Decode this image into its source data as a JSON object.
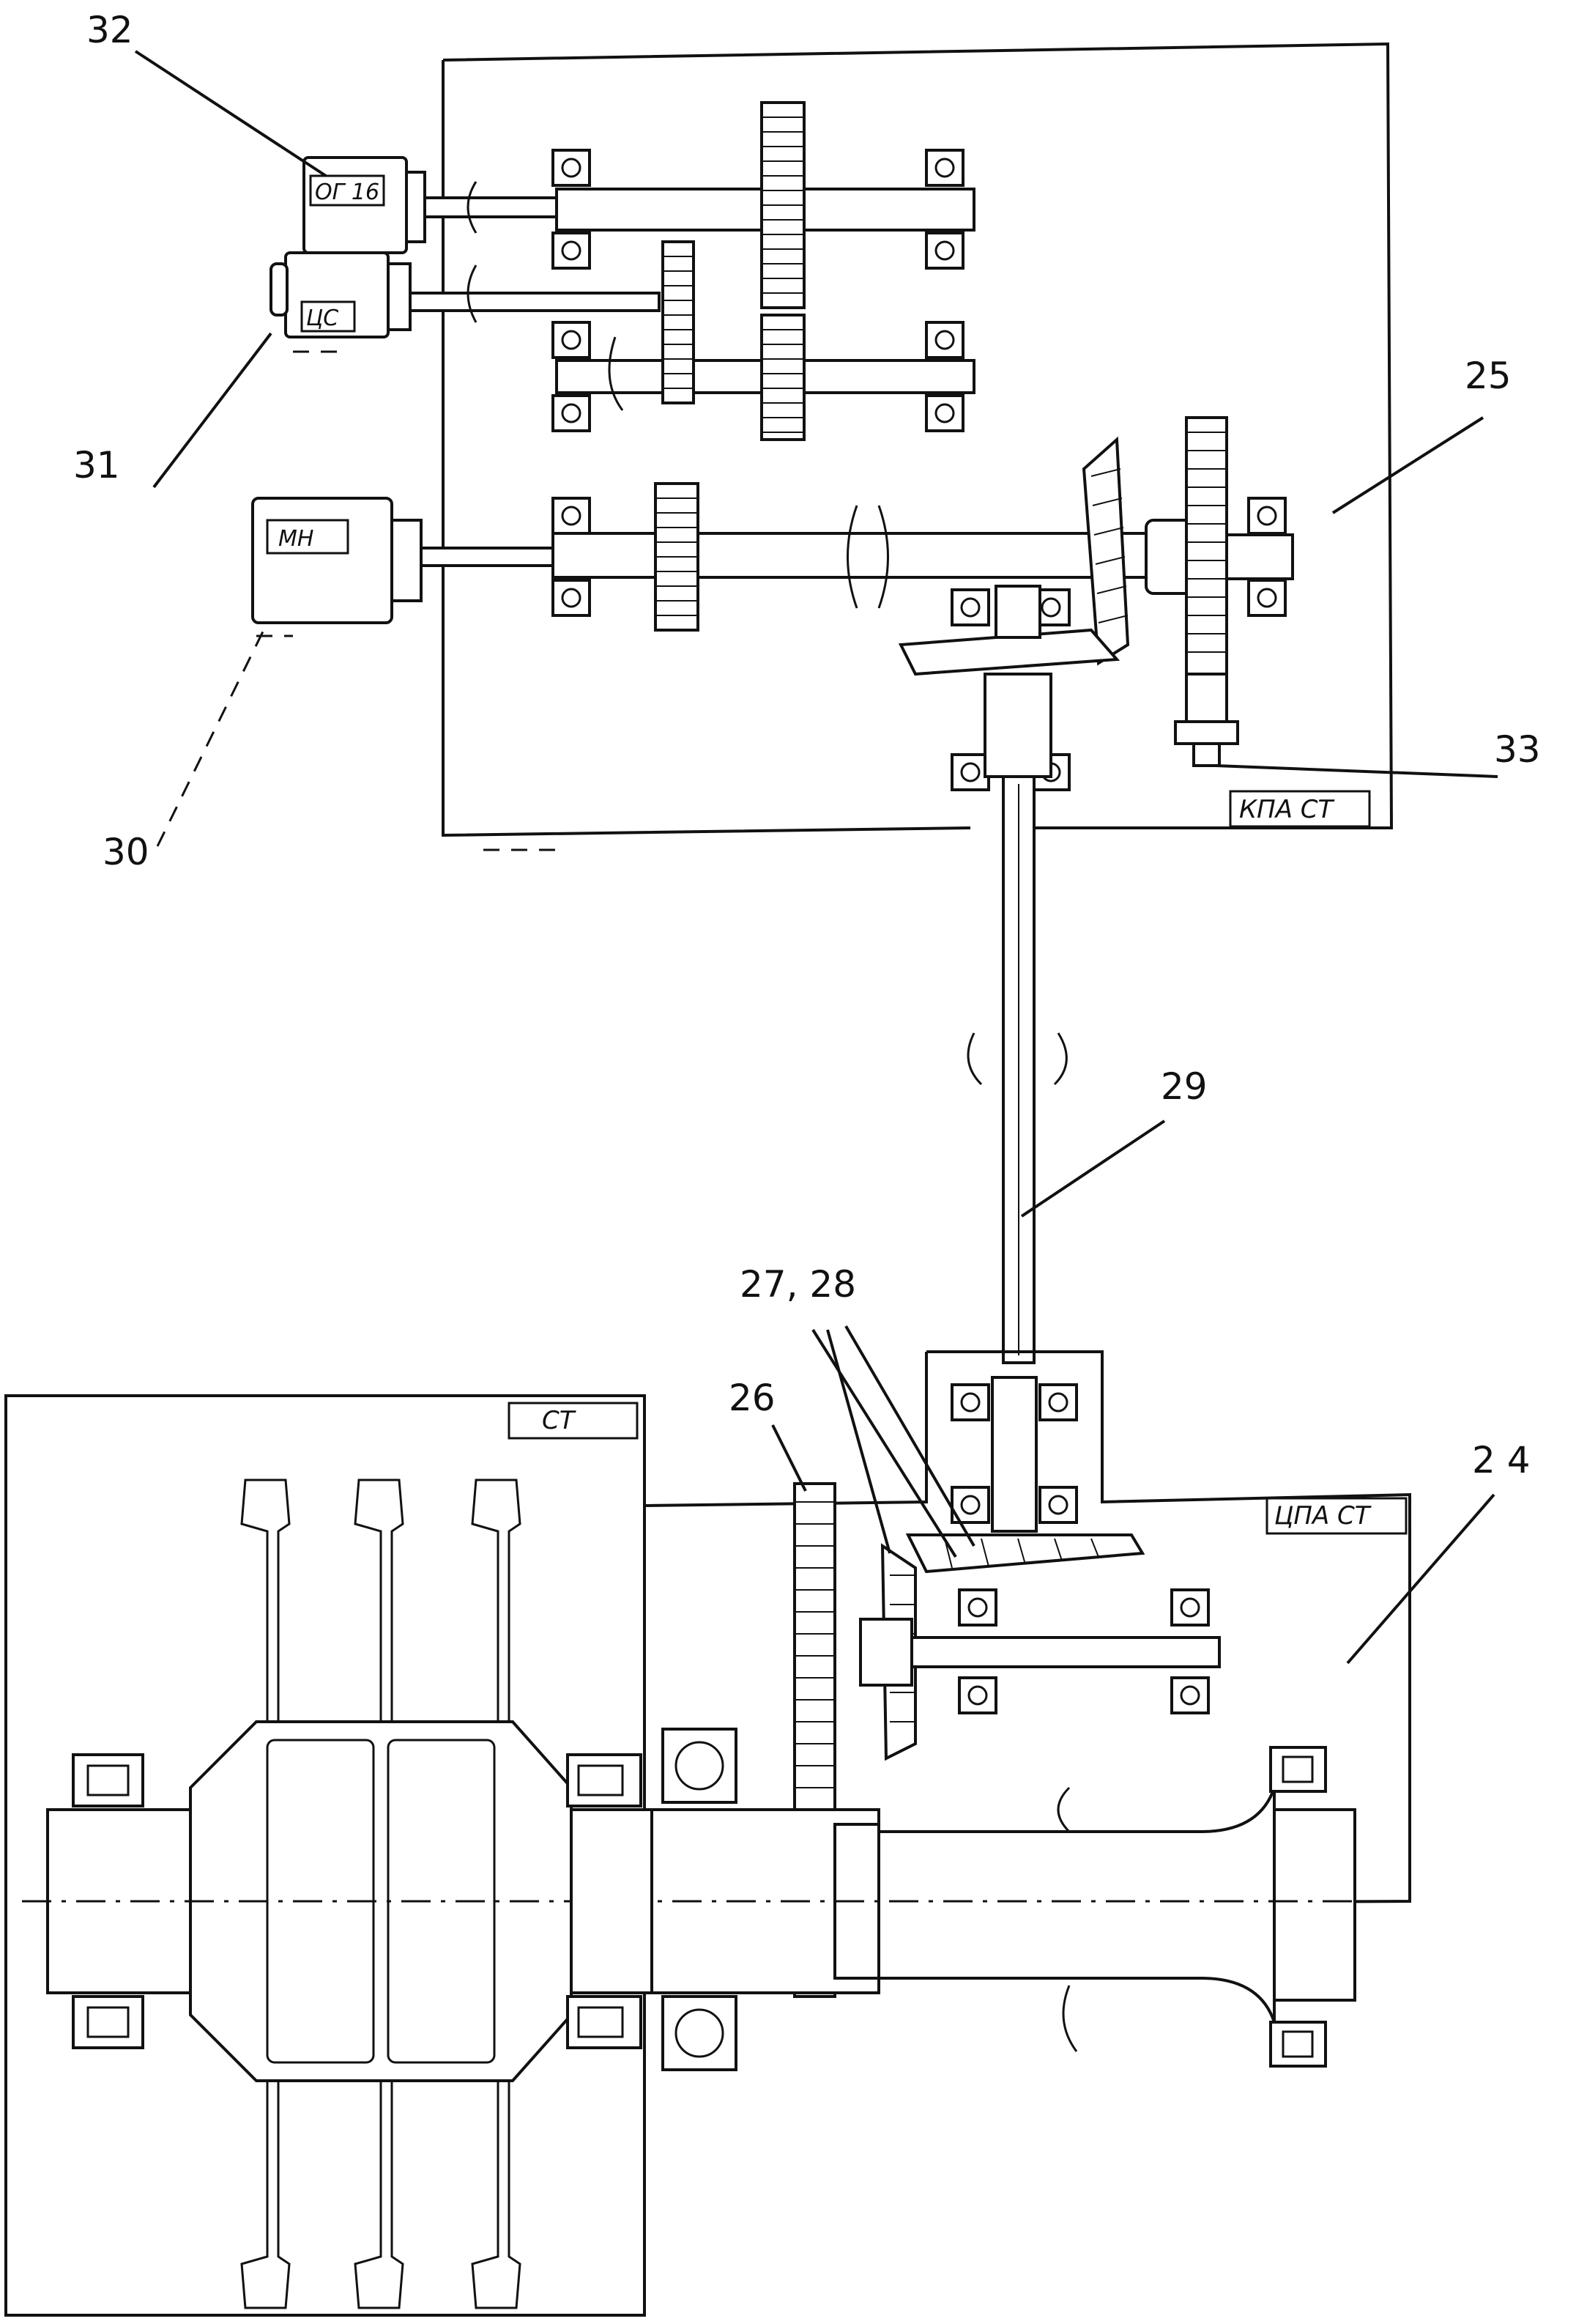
{
  "labels": {
    "n24": "2 4",
    "n25": "25",
    "n26": "26",
    "n2728": "27, 28",
    "n29": "29",
    "n30": "30",
    "n31": "31",
    "n32": "32",
    "n33": "33"
  },
  "boxes": {
    "kpa": "КПА СТ",
    "st": "СТ",
    "cpa": "ЦПА СТ"
  },
  "devices": {
    "og": "ОГ 16",
    "cs": "ЦС",
    "mn": "МН"
  }
}
